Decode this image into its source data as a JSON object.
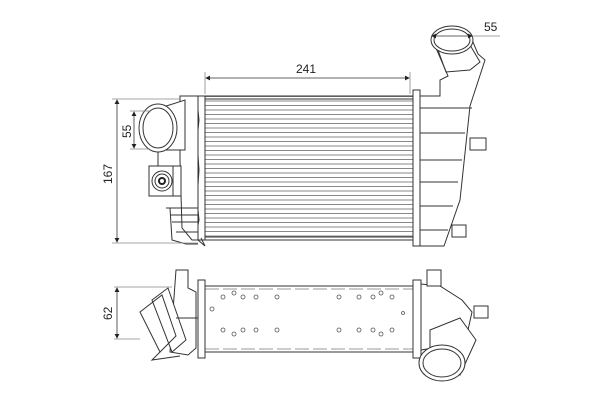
{
  "drawing": {
    "title": "Intercooler technical drawing",
    "views": [
      "front-view",
      "top-view"
    ],
    "line_color": "#333333",
    "background": "#ffffff"
  },
  "dimensions": {
    "inlet_diameter_top": "55",
    "core_width": "241",
    "inlet_diameter_left": "55",
    "overall_height": "167",
    "depth": "62"
  }
}
